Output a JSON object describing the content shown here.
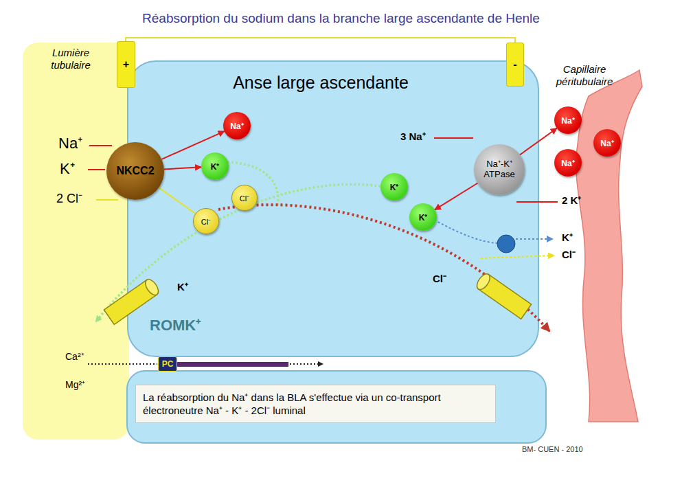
{
  "diagram": {
    "title": "Réabsorption du sodium dans la branche large ascendante de Henle",
    "nodes": [
      {
        "text": [
          "Lumière tubulaire"
        ]
      },
      {
        "text": [
          "+"
        ]
      },
      {
        "text": [
          "-"
        ]
      },
      {
        "text": [
          "Anse large ascendante"
        ]
      },
      {
        "text": [
          "NKCC2"
        ],
        "in": 3
      },
      {
        "text": [
          "Na⁺"
        ],
        "in": 3
      },
      {
        "text": [
          "K⁺"
        ],
        "in": 3
      },
      {
        "text": [
          "Cl⁻"
        ],
        "in": 3
      },
      {
        "text": [
          "Cl⁻"
        ],
        "in": 3
      },
      {
        "text": [
          "Na⁺-K⁺ ATPase"
        ],
        "in": 3
      },
      {
        "text": [
          "K⁺"
        ],
        "in": 3
      },
      {
        "text": [
          "K⁺"
        ],
        "in": 3
      },
      {
        "text": [
          "Capillaire péritubulaire"
        ]
      },
      {
        "text": [
          "Na⁺"
        ],
        "in": 12
      },
      {
        "text": [
          "Na⁺"
        ],
        "in": 12
      },
      {
        "text": [
          "Na⁺"
        ],
        "in": 12
      },
      {
        "text": [
          "La réabsorption du Na⁺ dans la BLA s'effectue via un co-transport électroneutre Na⁺ - K⁺ - 2Cl⁻ luminal"
        ]
      },
      {
        "text": [
          "PC"
        ]
      }
    ],
    "edges": [
      {
        "from": 4,
        "to": 5,
        "arrow": "to"
      },
      {
        "from": 4,
        "to": 6,
        "arrow": "to"
      },
      {
        "from": 4,
        "to": 8,
        "arrow": "none"
      },
      {
        "from": 9,
        "to": 13,
        "arrow": "to"
      },
      {
        "from": 9,
        "to": 11,
        "arrow": "to"
      }
    ],
    "labels": [
      "Na⁺",
      "K⁺",
      "2 Cl⁻",
      "3 Na⁺",
      "2 K⁺",
      "K⁺",
      "Cl⁻",
      "K⁺",
      "Cl⁻",
      "ROMK⁺",
      "Ca²⁺",
      "Mg²⁺",
      "BM- CUEN - 2010"
    ]
  }
}
